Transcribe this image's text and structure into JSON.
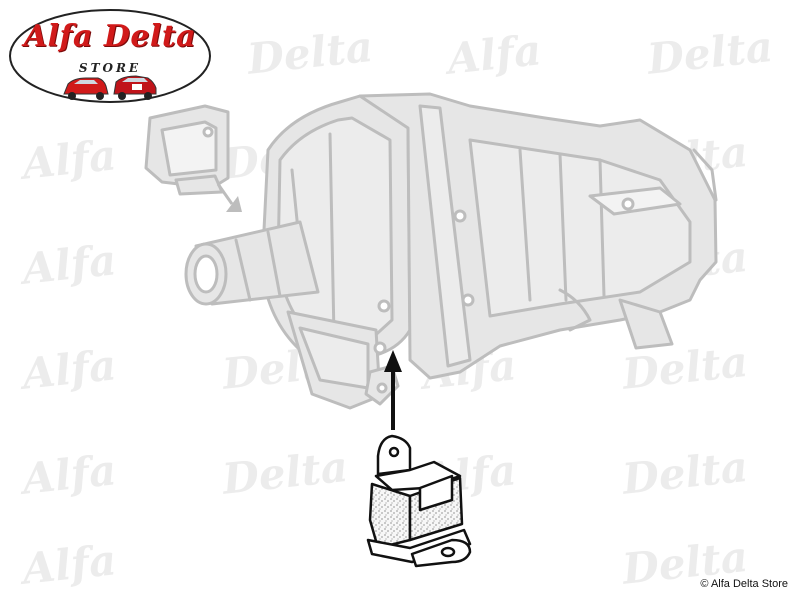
{
  "logo": {
    "brand": "Alfa Delta",
    "store": "STORE"
  },
  "watermark": {
    "text_a": "Alfa",
    "text_b": "Delta"
  },
  "copyright": "© Alfa Delta Store",
  "colors": {
    "brand_red": "#d11a1a",
    "part_outline": "#bdbdbd",
    "part_fill": "#e6e6e6",
    "arrow": "#111111",
    "highlight_outline": "#111111",
    "watermark": "#ececec"
  },
  "icons": {
    "callout_arrow_main": "arrow-up-icon",
    "callout_arrow_upper": "arrow-down-right-icon"
  }
}
